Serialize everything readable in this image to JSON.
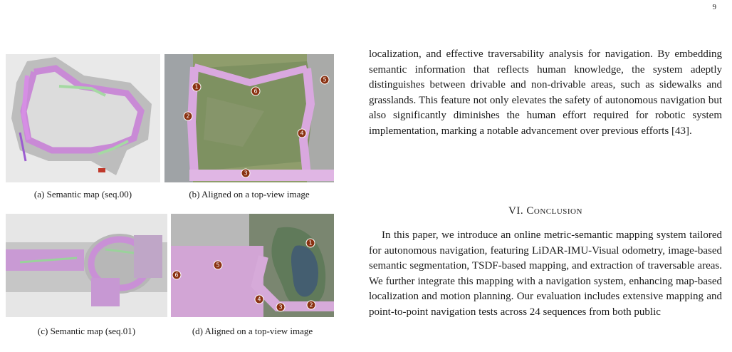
{
  "page_number": "9",
  "figures": {
    "a": {
      "caption": "(a) Semantic map (seq.00)"
    },
    "b": {
      "caption": "(b) Aligned on a top-view image",
      "markers": [
        "1",
        "2",
        "3",
        "4",
        "5",
        "6"
      ]
    },
    "c": {
      "caption": "(c) Semantic map (seq.01)"
    },
    "d": {
      "caption": "(d) Aligned on a top-view image",
      "markers": [
        "1",
        "2",
        "3",
        "4",
        "5",
        "6"
      ]
    }
  },
  "paragraph_1": "localization, and effective traversability analysis for navigation. By embedding semantic information that reflects human knowledge, the system adeptly distinguishes between drivable and non-drivable areas, such as sidewalks and grasslands. This feature not only elevates the safety of autonomous navigation but also significantly diminishes the human effort required for robotic system implementation, marking a notable advancement over previous efforts [43].",
  "section_heading": "VI. Conclusion",
  "paragraph_2": "In this paper, we introduce an online metric-semantic mapping system tailored for autonomous navigation, featuring LiDAR-IMU-Visual odometry, image-based semantic segmentation, TSDF-based mapping, and extraction of traversable areas. We further integrate this mapping with a navigation system, enhancing map-based localization and motion planning. Our evaluation includes extensive mapping and point-to-point navigation tests across 24 sequences from both public"
}
